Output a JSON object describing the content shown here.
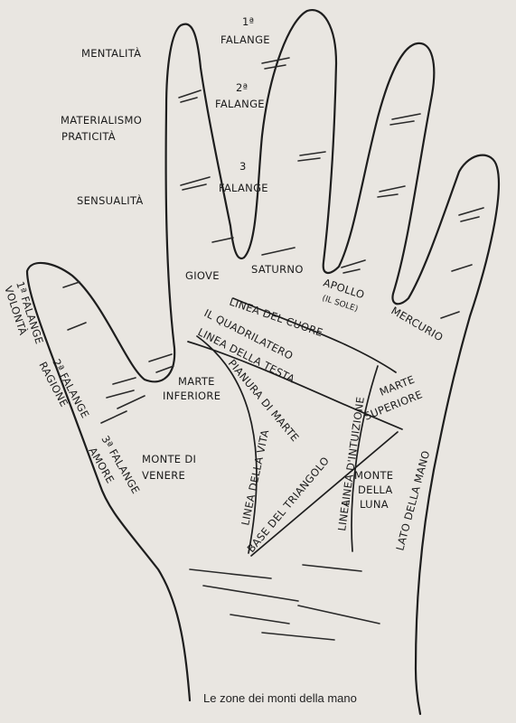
{
  "labels": {
    "falange_1_num": "1ª",
    "falange_1": "FALANGE",
    "falange_2_num": "2ª",
    "falange_2": "FALANGE",
    "falange_3_num": "3",
    "falange_3": "FALANGE",
    "mentalita": "MENTALITÀ",
    "materialismo": "MATERIALISMO",
    "praticita": "PRATICITÀ",
    "sensualita": "SENSUALITÀ",
    "giove": "GIOVE",
    "saturno": "SATURNO",
    "apollo": "APOLLO",
    "il_sole": "(IL SOLE)",
    "mercurio": "MERCURIO",
    "linea_cuore": "LINEA DEL CUORE",
    "quadrilatero": "IL QUADRILATERO",
    "linea_testa": "LINEA DELLA TESTA",
    "pianura": "PIANURA DI MARTE",
    "marte_inf_1": "MARTE",
    "marte_inf_2": "INFERIORE",
    "marte_sup_1": "MARTE",
    "marte_sup_2": "SUPERIORE",
    "linea_intuizione": "LINEA D'INTUIZIONE",
    "monte_venere_1": "MONTE DI",
    "monte_venere_2": "VENERE",
    "linea_vita": "LINEA DELLA VITA",
    "base_triangolo": "BASE DEL TRIANGOLO",
    "linea_short": "LINEA",
    "monte_luna_1": "MONTE",
    "monte_luna_2": "DELLA",
    "monte_luna_3": "LUNA",
    "lato_mano": "LATO DELLA MANO",
    "thumb_1": "1ª FALANGE",
    "thumb_1b": "VOLONTÀ",
    "thumb_2": "2ª FALANGE",
    "thumb_2b": "RAGIONE",
    "thumb_3": "3ª FALANGE",
    "thumb_3b": "AMORE"
  },
  "caption": "Le zone dei monti della mano"
}
